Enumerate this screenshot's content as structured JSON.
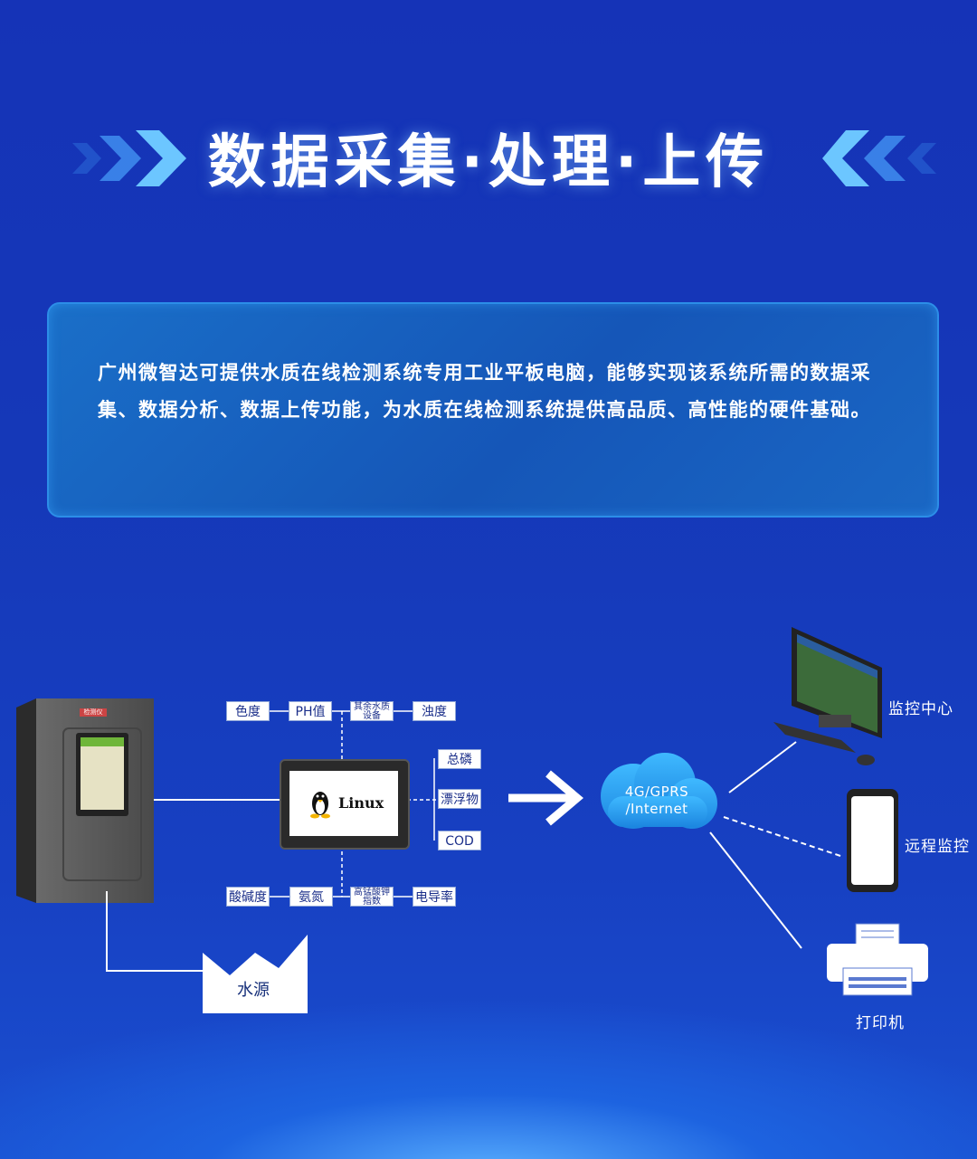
{
  "title": "数据采集·处理·上传",
  "intro": "广州微智达可提供水质在线检测系统专用工业平板电脑，能够实现该系统所需的数据采集、数据分析、数据上传功能，为水质在线检测系统提供高品质、高性能的硬件基础。",
  "tablet_os": "Linux",
  "sensors_top": [
    "色度",
    "PH值",
    "其余水质设备",
    "浊度"
  ],
  "sensors_right": [
    "总磷",
    "漂浮物",
    "COD"
  ],
  "sensors_bottom": [
    "酸碱度",
    "氨氮",
    "高锰酸钾指数",
    "电导率"
  ],
  "water_source": "水源",
  "network": "4G/GPRS\n/Internet",
  "endpoints": {
    "monitor_center": "监控中心",
    "remote_monitor": "远程监控",
    "printer": "打印机"
  },
  "cabinet_label": "检测仪",
  "colors": {
    "background": "#1538b8",
    "accent": "#2c8ee8",
    "cloud": "#29a3f0"
  }
}
